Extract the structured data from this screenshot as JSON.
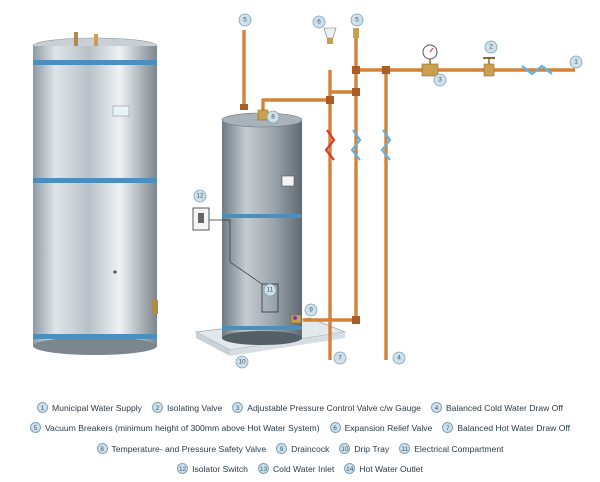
{
  "callouts": [
    "1",
    "2",
    "3",
    "4",
    "5",
    "6",
    "7",
    "8",
    "9",
    "10",
    "11",
    "12"
  ],
  "legend": [
    {
      "num": "1",
      "label": "Municipal Water Supply"
    },
    {
      "num": "2",
      "label": "Isolating Valve"
    },
    {
      "num": "3",
      "label": "Adjustable Pressure Control Valve c/w Gauge"
    },
    {
      "num": "4",
      "label": "Balanced Cold Water Draw Off"
    },
    {
      "num": "5",
      "label": "Vacuum Breakers (minimum height of 300mm above Hot Water System)"
    },
    {
      "num": "6",
      "label": "Expansion Relief Valve"
    },
    {
      "num": "7",
      "label": "Balanced Hot Water Draw Off"
    },
    {
      "num": "8",
      "label": "Temperature- and Pressure Safety Valve"
    },
    {
      "num": "9",
      "label": "Draincock"
    },
    {
      "num": "10",
      "label": "Drip Tray"
    },
    {
      "num": "11",
      "label": "Electrical Compartment"
    },
    {
      "num": "12",
      "label": "Isolator Switch"
    },
    {
      "num": "13",
      "label": "Cold Water Inlet"
    },
    {
      "num": "14",
      "label": "Hot Water Outlet"
    }
  ],
  "colors": {
    "pipe": "#d4823a",
    "pipe_dark": "#a85d22",
    "badge_fill": "#cfe0ea",
    "badge_stroke": "#7fa2b7",
    "hot_arrow": "#d83a2a",
    "cold_arrow": "#5fb3e0",
    "tank_band": "#4a8fbf"
  },
  "icons": [
    "pressure-gauge-icon",
    "isolating-valve-icon",
    "vacuum-breaker-icon",
    "expansion-relief-valve-icon",
    "isolator-switch-icon"
  ]
}
